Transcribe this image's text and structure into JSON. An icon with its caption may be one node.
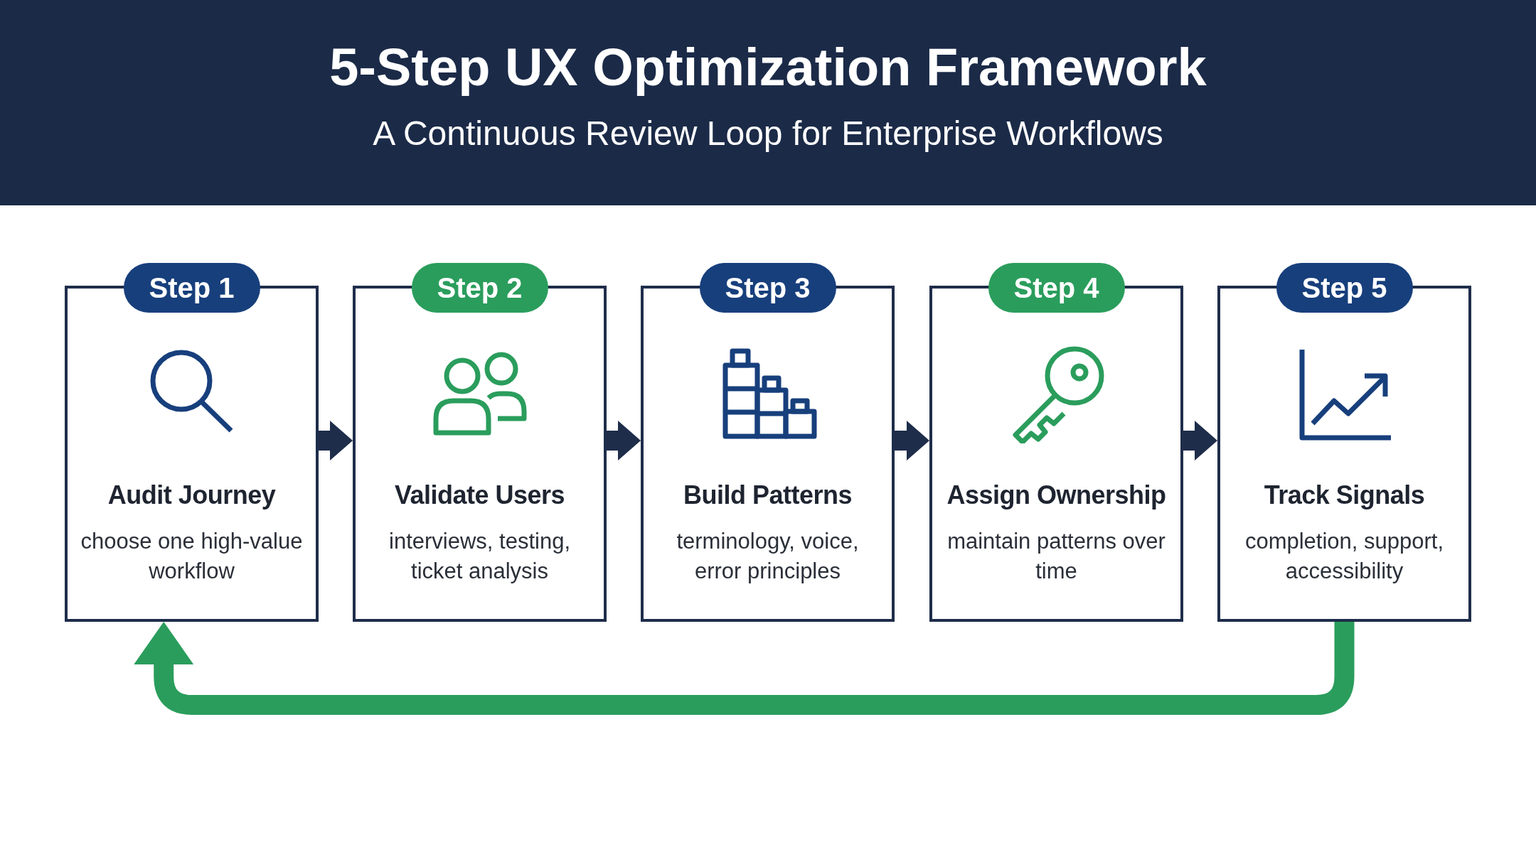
{
  "diagram": {
    "title": "5-Step UX Optimization Framework",
    "caption": "A Continuous Review Loop for Enterprise Workflows",
    "nodes": [
      {
        "text": [
          "Step 1",
          "Audit Journey",
          "choose one high-value workflow"
        ]
      },
      {
        "text": [
          "Step 2",
          "Validate Users",
          "interviews, testing, ticket analysis"
        ]
      },
      {
        "text": [
          "Step 3",
          "Build Patterns",
          "terminology, voice, error principles"
        ]
      },
      {
        "text": [
          "Step 4",
          "Assign Ownership",
          "maintain patterns over time"
        ]
      },
      {
        "text": [
          "Step 5",
          "Track Signals",
          "completion, support, accessibility"
        ]
      }
    ],
    "edges": [
      {
        "from": 0,
        "to": 1,
        "arrow": "to"
      },
      {
        "from": 1,
        "to": 2,
        "arrow": "to"
      },
      {
        "from": 2,
        "to": 3,
        "arrow": "to"
      },
      {
        "from": 3,
        "to": 4,
        "arrow": "to"
      },
      {
        "from": 4,
        "to": 0,
        "arrow": "to",
        "color": "#2a9d5c"
      }
    ]
  }
}
